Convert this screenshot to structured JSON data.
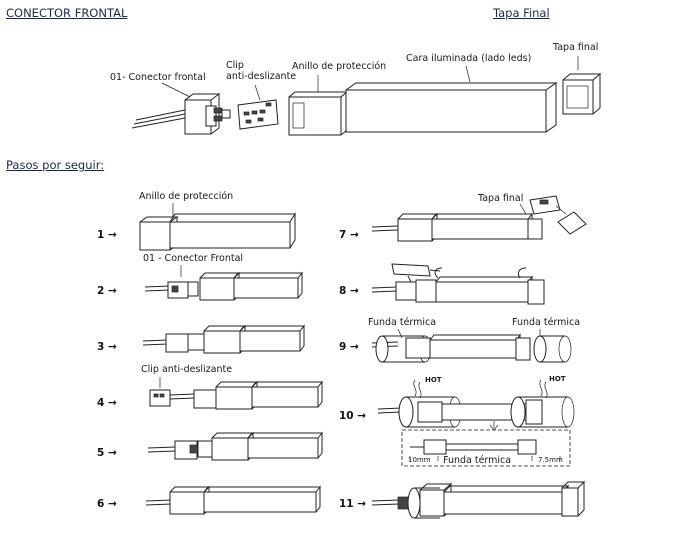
{
  "headers": {
    "conector_frontal": "CONECTOR FRONTAL",
    "tapa_final": "Tapa Final",
    "pasos": "Pasos por seguir:"
  },
  "exploded_labels": {
    "conector": "01- Conector frontal",
    "clip_line1": "Clip",
    "clip_line2": "anti-deslizante",
    "anillo": "Anillo de protección",
    "cara": "Cara iluminada (lado leds)",
    "tapa": "Tapa final"
  },
  "steps": [
    "1",
    "2",
    "3",
    "4",
    "5",
    "6",
    "7",
    "8",
    "9",
    "10",
    "11"
  ],
  "step_labels": {
    "s1": "Anillo de protección",
    "s2": "01 - Conector Frontal",
    "s4": "Clip anti-deslizante",
    "s7": "Tapa final",
    "s9a": "Funda térmica",
    "s9b": "Funda térmica",
    "s10_hot_a": "HOT",
    "s10_hot_b": "HOT",
    "s10_dim_a": "10mm",
    "s10_funda": "Funda térmica",
    "s10_dim_b": "7.5mm"
  },
  "arrow_glyph": "→"
}
